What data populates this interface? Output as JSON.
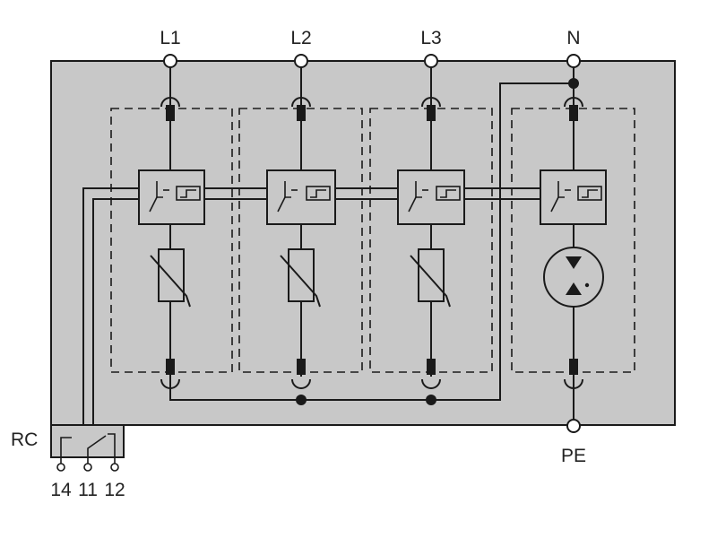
{
  "colors": {
    "housing_fill": "#c8c8c8",
    "line": "#1a1a1a",
    "terminal_fill": "#ffffff"
  },
  "terminals": {
    "l1": "L1",
    "l2": "L2",
    "l3": "L3",
    "n": "N",
    "pe": "PE"
  },
  "remote_contact": {
    "label": "RC",
    "pin_14": "14",
    "pin_11": "11",
    "pin_12": "12"
  },
  "modules": [
    {
      "phase": "L1",
      "protection": "varistor"
    },
    {
      "phase": "L2",
      "protection": "varistor"
    },
    {
      "phase": "L3",
      "protection": "varistor"
    },
    {
      "phase": "N",
      "protection": "spark-gap"
    }
  ]
}
